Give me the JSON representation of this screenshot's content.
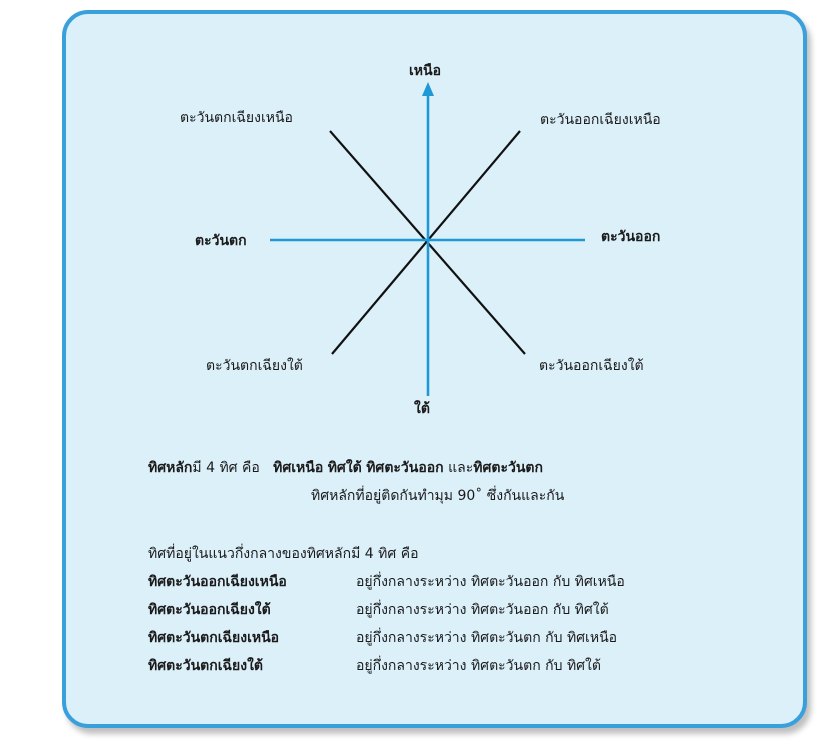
{
  "compass": {
    "north": "เหนือ",
    "south": "ใต้",
    "east": "ตะวันออก",
    "west": "ตะวันตก",
    "northeast": "ตะวันออกเฉียงเหนือ",
    "northwest": "ตะวันตกเฉียงเหนือ",
    "southeast": "ตะวันออกเฉียงใต้",
    "southwest": "ตะวันตกเฉียงใต้",
    "colors": {
      "main_axis": "#1f98d6",
      "diagonal": "#111111",
      "card_border": "#3aa0dc",
      "card_bg": "#dcf0fa"
    }
  },
  "main_text": {
    "p1_bold_lead": "ทิศหลัก",
    "p1_plain_1": "มี 4 ทิศ คือ",
    "p1_bold_north": "ทิศเหนือ",
    "p1_bold_south": "ทิศใต้",
    "p1_bold_east": "ทิศตะวันออก",
    "p1_plain_and": "และ",
    "p1_bold_west": "ทิศตะวันตก",
    "p1_line2": "ทิศหลักที่อยู่ติดกันทำมุม 90˚ ซึ่งกันและกัน"
  },
  "secondary": {
    "intro": "ทิศที่อยู่ในแนวกึ่งกลางของทิศหลักมี  4  ทิศ  คือ",
    "rows": [
      {
        "name": "ทิศตะวันออกเฉียงเหนือ",
        "desc": "อยู่กึ่งกลางระหว่าง ทิศตะวันออก กับ ทิศเหนือ"
      },
      {
        "name": "ทิศตะวันออกเฉียงใต้",
        "desc": "อยู่กึ่งกลางระหว่าง ทิศตะวันออก กับ ทิศใต้"
      },
      {
        "name": "ทิศตะวันตกเฉียงเหนือ",
        "desc": "อยู่กึ่งกลางระหว่าง ทิศตะวันตก   กับ ทิศเหนือ"
      },
      {
        "name": "ทิศตะวันตกเฉียงใต้",
        "desc": "อยู่กึ่งกลางระหว่าง ทิศตะวันตก   กับ ทิศใต้"
      }
    ]
  }
}
